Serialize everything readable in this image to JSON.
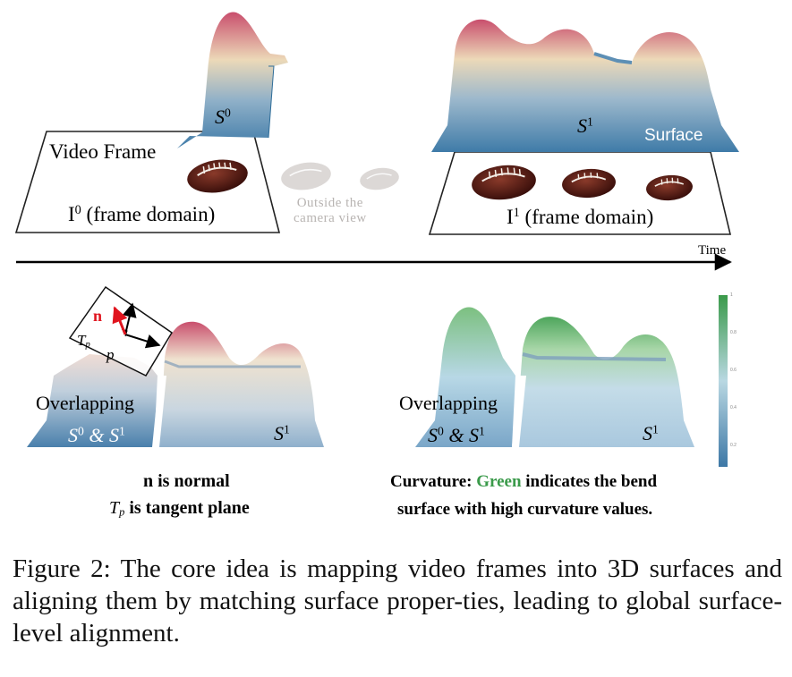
{
  "figure": {
    "top_left": {
      "surface_name": "S",
      "surface_sup": "0",
      "frame_title": "Video Frame",
      "frame_domain_letter": "I",
      "frame_domain_sup": "0",
      "frame_domain_text": " (frame domain)"
    },
    "middle": {
      "outside_line1": "Outside the",
      "outside_line2": "camera view"
    },
    "top_right": {
      "surface_name": "S",
      "surface_sup": "1",
      "surface_label": "Surface",
      "frame_domain_letter": "I",
      "frame_domain_sup": "1",
      "frame_domain_text": " (frame domain)"
    },
    "timeline": {
      "label": "Time"
    },
    "bottom_left": {
      "normal_symbol": "n",
      "tangent_symbol": "T",
      "tangent_sub": "p",
      "point_symbol": "p",
      "overlap_label": "Overlapping",
      "overlap_s0": "S",
      "overlap_s0_sup": "0",
      "overlap_amp": " & ",
      "overlap_s1": "S",
      "overlap_s1_sup": "1",
      "surface_name": "S",
      "surface_sup": "1",
      "note_line1": "n is normal",
      "note_line2_sym": "T",
      "note_line2_sub": "p",
      "note_line2_text": " is tangent plane"
    },
    "bottom_right": {
      "overlap_label": "Overlapping",
      "overlap_s0": "S",
      "overlap_s0_sup": "0",
      "overlap_amp": " & ",
      "overlap_s1": "S",
      "overlap_s1_sup": "1",
      "surface_name": "S",
      "surface_sup": "1",
      "colorbar_ticks": [
        "1",
        "0.8",
        "0.6",
        "0.4",
        "0.2"
      ],
      "curv_prefix": "Curvature: ",
      "curv_green": "Green",
      "curv_rest": " indicates the bend",
      "curv_line2": "surface with high curvature values."
    }
  },
  "caption": {
    "text": "Figure 2: The core idea is mapping video frames into 3D surfaces and aligning them by matching surface proper-ties, leading to global surface-level alignment."
  },
  "colors": {
    "surface_top": "#c94f6d",
    "surface_mid": "#ecd9b8",
    "surface_bottom": "#3f7ba8",
    "curvature_green": "#3a9a4a",
    "normal_red": "#e0141e",
    "faded_ball": "#dcd8d6",
    "football": "#5a1e16"
  }
}
